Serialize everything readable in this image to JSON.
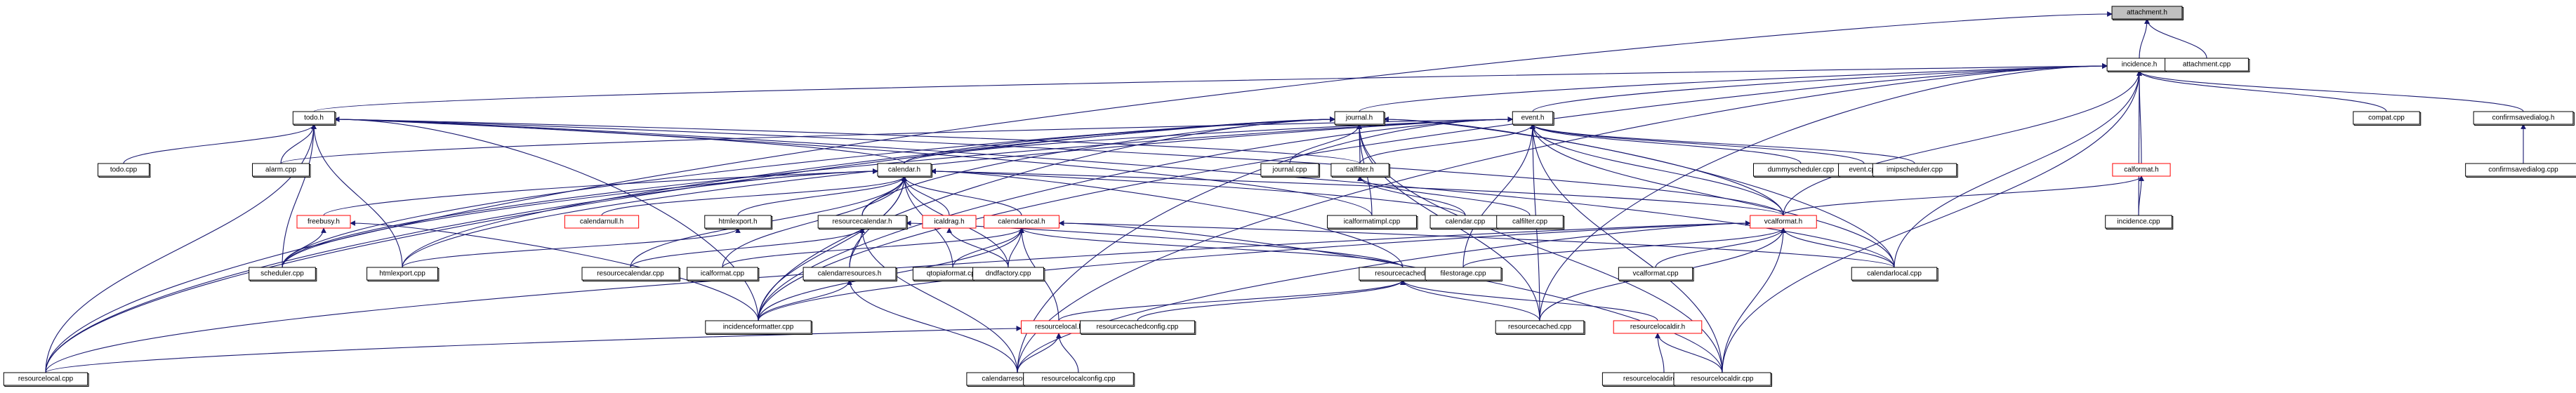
{
  "graph": {
    "title": "attachment.h included-by dependency graph",
    "colors": {
      "edge": "#191970",
      "root_fill": "#bfbfbf",
      "truncated_border": "#ff0000",
      "node_border": "#000000"
    },
    "nodes": [
      {
        "id": "attachment.h",
        "label": "attachment.h",
        "kind": "root"
      },
      {
        "id": "incidence.h",
        "label": "incidence.h",
        "kind": "normal"
      },
      {
        "id": "attachment.cpp",
        "label": "attachment.cpp",
        "kind": "normal"
      },
      {
        "id": "todo.h",
        "label": "todo.h",
        "kind": "normal"
      },
      {
        "id": "journal.h",
        "label": "journal.h",
        "kind": "normal"
      },
      {
        "id": "event.h",
        "label": "event.h",
        "kind": "normal"
      },
      {
        "id": "compat.cpp",
        "label": "compat.cpp",
        "kind": "normal"
      },
      {
        "id": "confirmsavedialog.h",
        "label": "confirmsavedialog.h",
        "kind": "normal"
      },
      {
        "id": "confirmsavedialog.cpp",
        "label": "confirmsavedialog.cpp",
        "kind": "normal"
      },
      {
        "id": "todo.cpp",
        "label": "todo.cpp",
        "kind": "normal"
      },
      {
        "id": "alarm.cpp",
        "label": "alarm.cpp",
        "kind": "normal"
      },
      {
        "id": "journal.cpp",
        "label": "journal.cpp",
        "kind": "normal"
      },
      {
        "id": "calfilter.h",
        "label": "calfilter.h",
        "kind": "normal"
      },
      {
        "id": "dummyscheduler.cpp",
        "label": "dummyscheduler.cpp",
        "kind": "normal"
      },
      {
        "id": "event.cpp",
        "label": "event.cpp",
        "kind": "normal"
      },
      {
        "id": "imipscheduler.cpp",
        "label": "imipscheduler.cpp",
        "kind": "normal"
      },
      {
        "id": "calformat.h",
        "label": "calformat.h",
        "kind": "truncated"
      },
      {
        "id": "incidence.cpp",
        "label": "incidence.cpp",
        "kind": "normal"
      },
      {
        "id": "calendar.h",
        "label": "calendar.h",
        "kind": "normal"
      },
      {
        "id": "icalformatimpl.cpp",
        "label": "icalformatimpl.cpp",
        "kind": "normal"
      },
      {
        "id": "calendar.cpp",
        "label": "calendar.cpp",
        "kind": "normal"
      },
      {
        "id": "calfilter.cpp",
        "label": "calfilter.cpp",
        "kind": "normal"
      },
      {
        "id": "freebusy.h",
        "label": "freebusy.h",
        "kind": "truncated"
      },
      {
        "id": "calendarnull.h",
        "label": "calendarnull.h",
        "kind": "truncated"
      },
      {
        "id": "htmlexport.h",
        "label": "htmlexport.h",
        "kind": "normal"
      },
      {
        "id": "resourcecalendar.h",
        "label": "resourcecalendar.h",
        "kind": "normal"
      },
      {
        "id": "icaldrag.h",
        "label": "icaldrag.h",
        "kind": "truncated"
      },
      {
        "id": "calendarlocal.h",
        "label": "calendarlocal.h",
        "kind": "truncated"
      },
      {
        "id": "vcalformat.h",
        "label": "vcalformat.h",
        "kind": "truncated"
      },
      {
        "id": "scheduler.cpp",
        "label": "scheduler.cpp",
        "kind": "normal"
      },
      {
        "id": "htmlexport.cpp",
        "label": "htmlexport.cpp",
        "kind": "normal"
      },
      {
        "id": "resourcecalendar.cpp",
        "label": "resourcecalendar.cpp",
        "kind": "normal"
      },
      {
        "id": "icalformat.cpp",
        "label": "icalformat.cpp",
        "kind": "normal"
      },
      {
        "id": "calendarresources.h",
        "label": "calendarresources.h",
        "kind": "normal"
      },
      {
        "id": "qtopiaformat.cpp",
        "label": "qtopiaformat.cpp",
        "kind": "normal"
      },
      {
        "id": "dndfactory.cpp",
        "label": "dndfactory.cpp",
        "kind": "normal"
      },
      {
        "id": "resourcecached.h",
        "label": "resourcecached.h",
        "kind": "normal"
      },
      {
        "id": "filestorage.cpp",
        "label": "filestorage.cpp",
        "kind": "normal"
      },
      {
        "id": "vcalformat.cpp",
        "label": "vcalformat.cpp",
        "kind": "normal"
      },
      {
        "id": "calendarlocal.cpp",
        "label": "calendarlocal.cpp",
        "kind": "normal"
      },
      {
        "id": "incidenceformatter.cpp",
        "label": "incidenceformatter.cpp",
        "kind": "normal"
      },
      {
        "id": "resourcelocal.h",
        "label": "resourcelocal.h",
        "kind": "truncated"
      },
      {
        "id": "resourcecachedconfig.cpp",
        "label": "resourcecachedconfig.cpp",
        "kind": "normal"
      },
      {
        "id": "resourcecached.cpp",
        "label": "resourcecached.cpp",
        "kind": "normal"
      },
      {
        "id": "resourcelocaldir.h",
        "label": "resourcelocaldir.h",
        "kind": "truncated"
      },
      {
        "id": "resourcelocal.cpp",
        "label": "resourcelocal.cpp",
        "kind": "normal"
      },
      {
        "id": "calendarresources.cpp",
        "label": "calendarresources.cpp",
        "kind": "normal"
      },
      {
        "id": "resourcelocalconfig.cpp",
        "label": "resourcelocalconfig.cpp",
        "kind": "normal"
      },
      {
        "id": "resourcelocaldirconfig.cpp",
        "label": "resourcelocaldirconfig.cpp",
        "kind": "normal"
      },
      {
        "id": "resourcelocaldir.cpp",
        "label": "resourcelocaldir.cpp",
        "kind": "normal"
      }
    ],
    "edges": [
      [
        "incidence.h",
        "attachment.h"
      ],
      [
        "attachment.cpp",
        "attachment.h"
      ],
      [
        "resourcelocal.cpp",
        "attachment.h"
      ],
      [
        "todo.h",
        "incidence.h"
      ],
      [
        "journal.h",
        "incidence.h"
      ],
      [
        "event.h",
        "incidence.h"
      ],
      [
        "compat.cpp",
        "incidence.h"
      ],
      [
        "confirmsavedialog.h",
        "incidence.h"
      ],
      [
        "incidence.cpp",
        "incidence.h"
      ],
      [
        "calformat.h",
        "incidence.h"
      ],
      [
        "incidenceformatter.cpp",
        "incidence.h"
      ],
      [
        "calendarlocal.cpp",
        "incidence.h"
      ],
      [
        "resourcecached.cpp",
        "incidence.h"
      ],
      [
        "resourcelocaldir.cpp",
        "incidence.h"
      ],
      [
        "calendarresources.cpp",
        "incidence.h"
      ],
      [
        "vcalformat.h",
        "incidence.h"
      ],
      [
        "confirmsavedialog.cpp",
        "confirmsavedialog.h"
      ],
      [
        "todo.cpp",
        "todo.h"
      ],
      [
        "alarm.cpp",
        "todo.h"
      ],
      [
        "calendar.h",
        "todo.h"
      ],
      [
        "scheduler.cpp",
        "todo.h"
      ],
      [
        "htmlexport.cpp",
        "todo.h"
      ],
      [
        "incidenceformatter.cpp",
        "todo.h"
      ],
      [
        "resourcelocal.cpp",
        "todo.h"
      ],
      [
        "calfilter.h",
        "todo.h"
      ],
      [
        "calendarlocal.cpp",
        "todo.h"
      ],
      [
        "vcalformat.h",
        "todo.h"
      ],
      [
        "icalformatimpl.cpp",
        "todo.h"
      ],
      [
        "journal.cpp",
        "journal.h"
      ],
      [
        "calfilter.h",
        "journal.h"
      ],
      [
        "icalformatimpl.cpp",
        "journal.h"
      ],
      [
        "calendar.h",
        "journal.h"
      ],
      [
        "scheduler.cpp",
        "journal.h"
      ],
      [
        "resourcelocal.cpp",
        "journal.h"
      ],
      [
        "resourcecalendar.h",
        "journal.h"
      ],
      [
        "calendarlocal.cpp",
        "journal.h"
      ],
      [
        "resourcecached.cpp",
        "journal.h"
      ],
      [
        "resourcelocaldir.cpp",
        "journal.h"
      ],
      [
        "vcalformat.h",
        "journal.h"
      ],
      [
        "incidenceformatter.cpp",
        "journal.h"
      ],
      [
        "htmlexport.cpp",
        "journal.h"
      ],
      [
        "dummyscheduler.cpp",
        "event.h"
      ],
      [
        "event.cpp",
        "event.h"
      ],
      [
        "imipscheduler.cpp",
        "event.h"
      ],
      [
        "calendar.h",
        "event.h"
      ],
      [
        "calfilter.h",
        "event.h"
      ],
      [
        "vcalformat.h",
        "event.h"
      ],
      [
        "filestorage.cpp",
        "event.h"
      ],
      [
        "resourcecached.cpp",
        "event.h"
      ],
      [
        "scheduler.cpp",
        "event.h"
      ],
      [
        "alarm.cpp",
        "event.h"
      ],
      [
        "htmlexport.cpp",
        "event.h"
      ],
      [
        "incidenceformatter.cpp",
        "event.h"
      ],
      [
        "resourcelocaldir.cpp",
        "event.h"
      ],
      [
        "calendarresources.cpp",
        "event.h"
      ],
      [
        "calendarlocal.cpp",
        "event.h"
      ],
      [
        "calendar.cpp",
        "calfilter.h"
      ],
      [
        "calfilter.cpp",
        "calfilter.h"
      ],
      [
        "incidence.cpp",
        "calformat.h"
      ],
      [
        "vcalformat.h",
        "calformat.h"
      ],
      [
        "freebusy.h",
        "calendar.h"
      ],
      [
        "calendarnull.h",
        "calendar.h"
      ],
      [
        "htmlexport.h",
        "calendar.h"
      ],
      [
        "resourcecalendar.h",
        "calendar.h"
      ],
      [
        "icaldrag.h",
        "calendar.h"
      ],
      [
        "calendarlocal.h",
        "calendar.h"
      ],
      [
        "calendar.cpp",
        "calendar.h"
      ],
      [
        "icalformat.cpp",
        "calendar.h"
      ],
      [
        "calendarresources.h",
        "calendar.h"
      ],
      [
        "qtopiaformat.cpp",
        "calendar.h"
      ],
      [
        "dndfactory.cpp",
        "calendar.h"
      ],
      [
        "resourcecalendar.cpp",
        "calendar.h"
      ],
      [
        "scheduler.cpp",
        "calendar.h"
      ],
      [
        "vcalformat.h",
        "calendar.h"
      ],
      [
        "resourcecached.h",
        "calendar.h"
      ],
      [
        "incidenceformatter.cpp",
        "calendar.h"
      ],
      [
        "resourcelocal.cpp",
        "calendar.h"
      ],
      [
        "scheduler.cpp",
        "freebusy.h"
      ],
      [
        "incidenceformatter.cpp",
        "freebusy.h"
      ],
      [
        "htmlexport.cpp",
        "htmlexport.h"
      ],
      [
        "calendarresources.h",
        "resourcecalendar.h"
      ],
      [
        "resourcecalendar.cpp",
        "resourcecalendar.h"
      ],
      [
        "resourcecached.h",
        "resourcecalendar.h"
      ],
      [
        "calendarresources.cpp",
        "resourcecalendar.h"
      ],
      [
        "dndfactory.cpp",
        "icaldrag.h"
      ],
      [
        "qtopiaformat.cpp",
        "calendarlocal.h"
      ],
      [
        "dndfactory.cpp",
        "calendarlocal.h"
      ],
      [
        "resourcelocal.h",
        "calendarlocal.h"
      ],
      [
        "calendarlocal.cpp",
        "calendarlocal.h"
      ],
      [
        "resourcecached.h",
        "calendarlocal.h"
      ],
      [
        "icalformat.cpp",
        "calendarlocal.h"
      ],
      [
        "incidenceformatter.cpp",
        "calendarlocal.h"
      ],
      [
        "resourcelocaldir.cpp",
        "calendarlocal.h"
      ],
      [
        "vcalformat.cpp",
        "vcalformat.h"
      ],
      [
        "calendarlocal.cpp",
        "vcalformat.h"
      ],
      [
        "resourcelocal.cpp",
        "vcalformat.h"
      ],
      [
        "calendarresources.cpp",
        "vcalformat.h"
      ],
      [
        "resourcelocaldir.cpp",
        "vcalformat.h"
      ],
      [
        "filestorage.cpp",
        "vcalformat.h"
      ],
      [
        "resourcecached.cpp",
        "vcalformat.h"
      ],
      [
        "incidenceformatter.cpp",
        "vcalformat.h"
      ],
      [
        "incidenceformatter.cpp",
        "calendarresources.h"
      ],
      [
        "calendarresources.cpp",
        "calendarresources.h"
      ],
      [
        "resourcelocal.h",
        "resourcecached.h"
      ],
      [
        "resourcecachedconfig.cpp",
        "resourcecached.h"
      ],
      [
        "resourcecached.cpp",
        "resourcecached.h"
      ],
      [
        "resourcelocaldir.h",
        "resourcecached.h"
      ],
      [
        "calendarresources.cpp",
        "resourcelocal.h"
      ],
      [
        "resourcelocalconfig.cpp",
        "resourcelocal.h"
      ],
      [
        "resourcelocal.cpp",
        "resourcelocal.h"
      ],
      [
        "resourcelocaldirconfig.cpp",
        "resourcelocaldir.h"
      ],
      [
        "resourcelocaldir.cpp",
        "resourcelocaldir.h"
      ]
    ]
  }
}
